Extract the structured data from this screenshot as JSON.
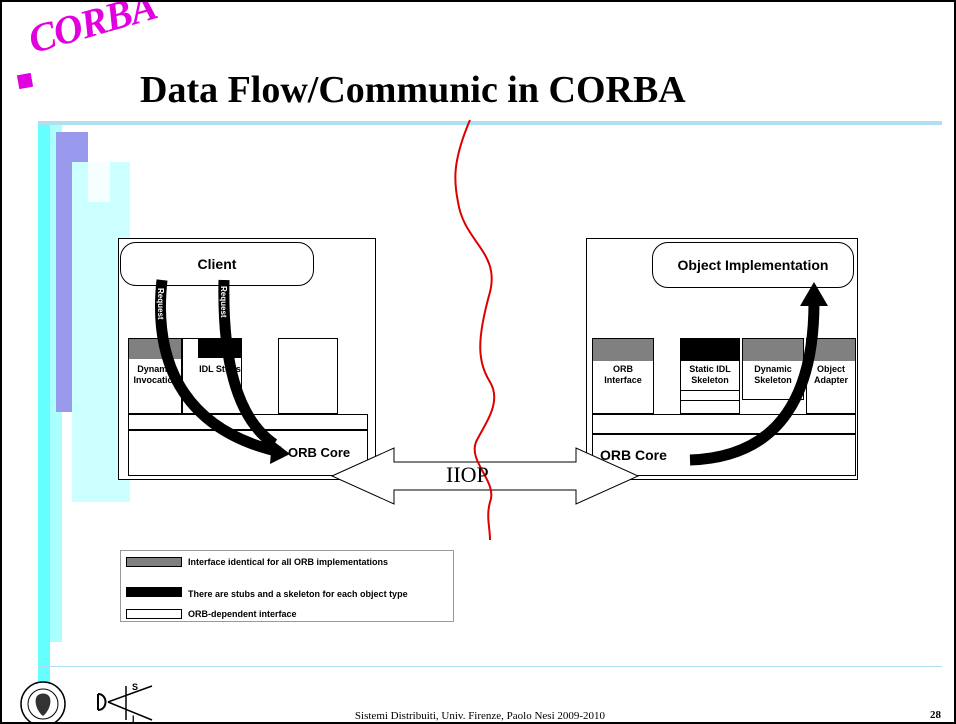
{
  "header": {
    "logo_text": "CORBA",
    "title": "Data Flow/Communic in CORBA"
  },
  "colors": {
    "logo": "#e000e0",
    "deco_bar_cyan": "#66ffff",
    "deco_bar_purple": "#9999ee",
    "deco_panel_light": "#ccffff",
    "wavy_line": "#dd0000",
    "header_line": "#b0e0f0"
  },
  "client_side": {
    "client_label": "Client",
    "request_label": "Request",
    "dynamic_invocation_label": "Dynamic Invocation",
    "idl_stubs_label": "IDL Stubs",
    "orb_core_label": "ORB Core"
  },
  "server_side": {
    "object_impl_label": "Object Implementation",
    "orb_interface_label": "ORB Interface",
    "static_idl_skeleton_label": "Static IDL Skeleton",
    "dynamic_skeleton_label": "Dynamic Skeleton",
    "object_adapter_label": "Object Adapter",
    "orb_core_label": "ORB Core"
  },
  "iiop_label": "IIOP",
  "legend": {
    "gray_label": "Interface identical for all ORB implementations",
    "black_label": "There are stubs and a skeleton for each object type",
    "white_label": "ORB-dependent interface"
  },
  "footer": {
    "text": "Sistemi Distribuiti, Univ. Firenze, Paolo Nesi 2009-2010",
    "page_number": "28"
  }
}
